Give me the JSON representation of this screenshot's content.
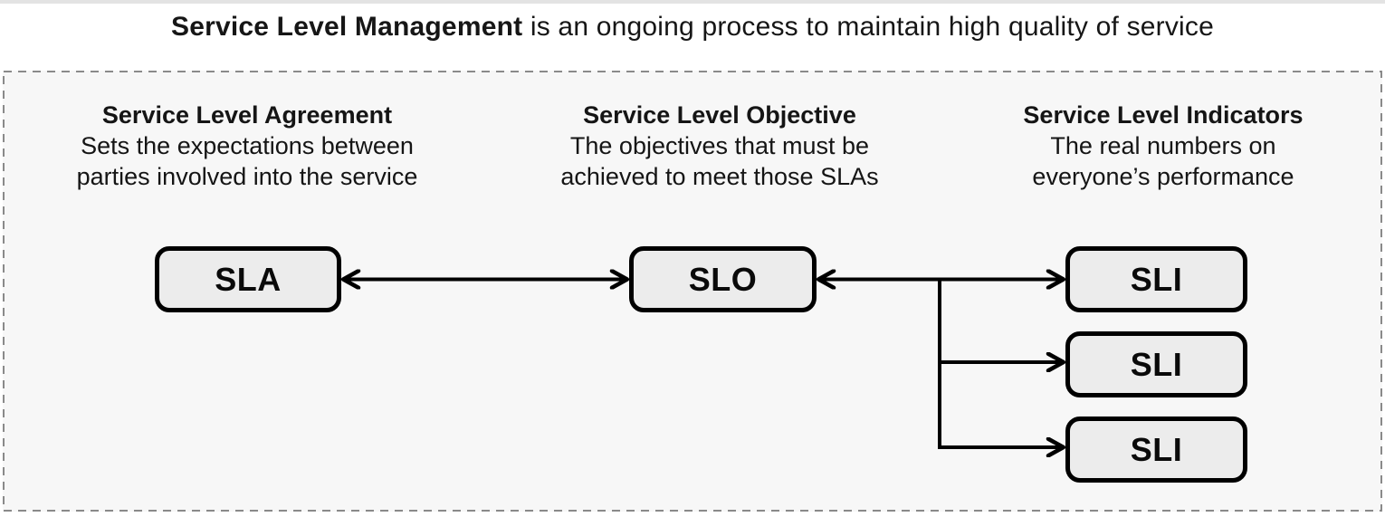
{
  "title": {
    "bold": "Service Level Management",
    "rest": " is an ongoing process to maintain high quality of service"
  },
  "columns": [
    {
      "heading": "Service Level Agreement",
      "desc_line1": "Sets the expectations between",
      "desc_line2": "parties involved into the service"
    },
    {
      "heading": "Service Level Objective",
      "desc_line1": "The objectives that must be",
      "desc_line2": "achieved to meet those SLAs"
    },
    {
      "heading": "Service Level Indicators",
      "desc_line1": "The real numbers on",
      "desc_line2": "everyone’s performance"
    }
  ],
  "nodes": [
    {
      "id": "sla",
      "label": "SLA"
    },
    {
      "id": "slo",
      "label": "SLO"
    },
    {
      "id": "sli1",
      "label": "SLI"
    },
    {
      "id": "sli2",
      "label": "SLI"
    },
    {
      "id": "sli3",
      "label": "SLI"
    }
  ],
  "connections": [
    {
      "from": "SLA",
      "to": "SLO",
      "style": "double-arrow"
    },
    {
      "from": "SLO",
      "to": "SLI-1",
      "style": "double-arrow"
    },
    {
      "from": "SLI trunk",
      "to": "SLI-2",
      "style": "arrow"
    },
    {
      "from": "SLI trunk",
      "to": "SLI-3",
      "style": "arrow"
    }
  ],
  "colors": {
    "box_fill": "#ececec",
    "box_border": "#000000",
    "panel_fill": "#f7f7f7",
    "dash_border": "#8a8a8a",
    "top_strip": "#e3e3e3",
    "arrow": "#000000",
    "text": "#151515"
  }
}
